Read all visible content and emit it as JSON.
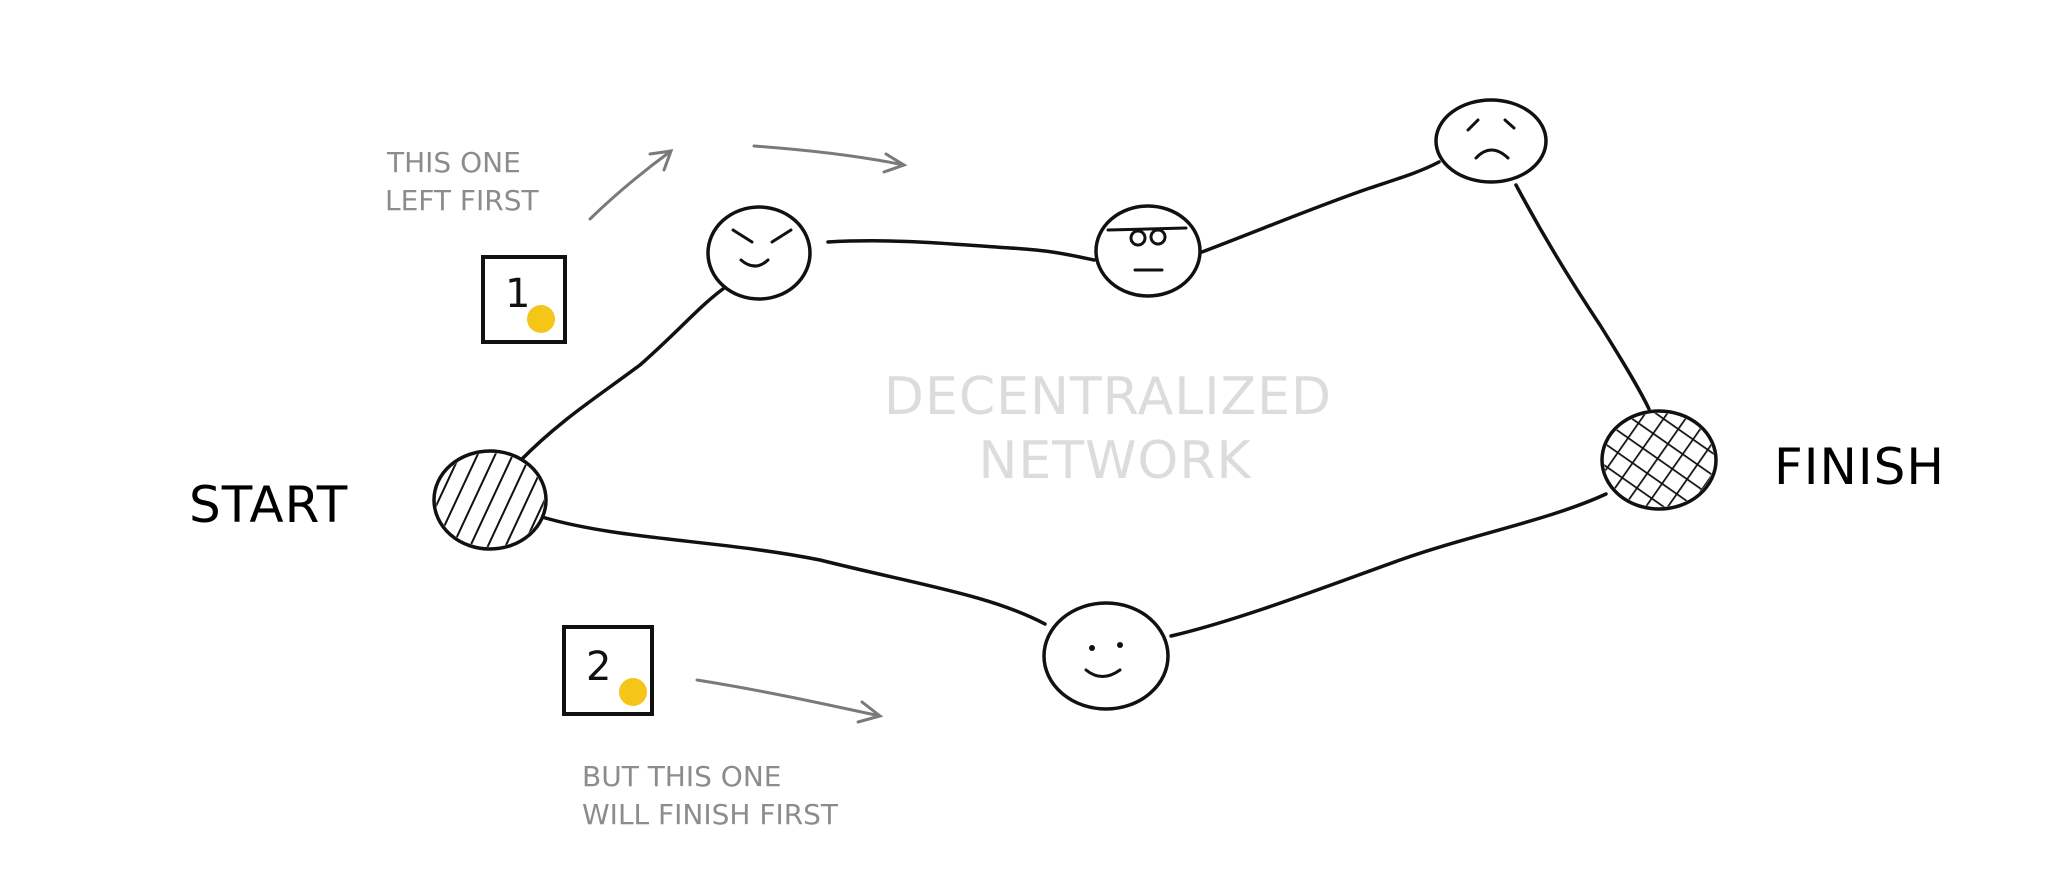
{
  "labels": {
    "start": "START",
    "finish": "FINISH",
    "watermark_line1": "DECENTRALIZED",
    "watermark_line2": "NETWORK"
  },
  "notes": {
    "first_line1": "THIS ONE",
    "first_line2": "LEFT FIRST",
    "second_line1": "BUT THIS ONE",
    "second_line2": "WILL FINISH FIRST"
  },
  "packets": [
    {
      "number": "1",
      "dot_color": "#f5c518"
    },
    {
      "number": "2",
      "dot_color": "#f5c518"
    }
  ],
  "nodes": [
    "angry-face",
    "unimpressed-face",
    "sad-face",
    "happy-face"
  ]
}
